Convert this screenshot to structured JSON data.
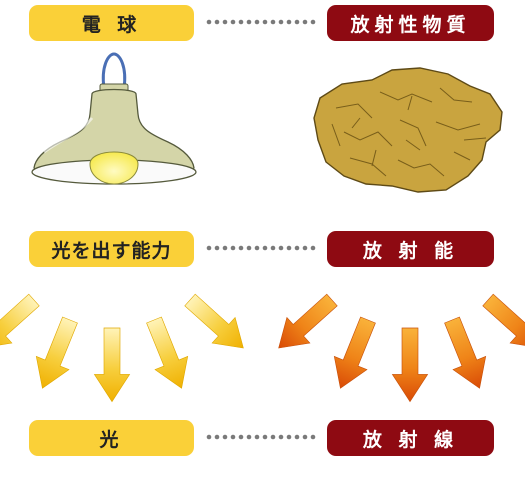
{
  "rows": [
    {
      "left": "電 球",
      "right": "放射性物質"
    },
    {
      "left": "光を出す能力",
      "right": "放 射 能"
    },
    {
      "left": "光",
      "right": "放 射 線"
    }
  ],
  "icons": {
    "left_object": "light-bulb-lamp",
    "right_object": "radioactive-rock",
    "left_rays": "yellow-arrows-fan",
    "right_rays": "orange-arrows-fan"
  },
  "colors": {
    "yellow_label": "#fad038",
    "red_label": "#8e0a12",
    "dots": "#7a7a7a",
    "lamp_shade": "#d4d5a8",
    "bulb": "#fbf27a",
    "rock": "#c9a43f",
    "yellow_arrow": "#f0b400",
    "orange_arrow": "#de5a0a"
  }
}
